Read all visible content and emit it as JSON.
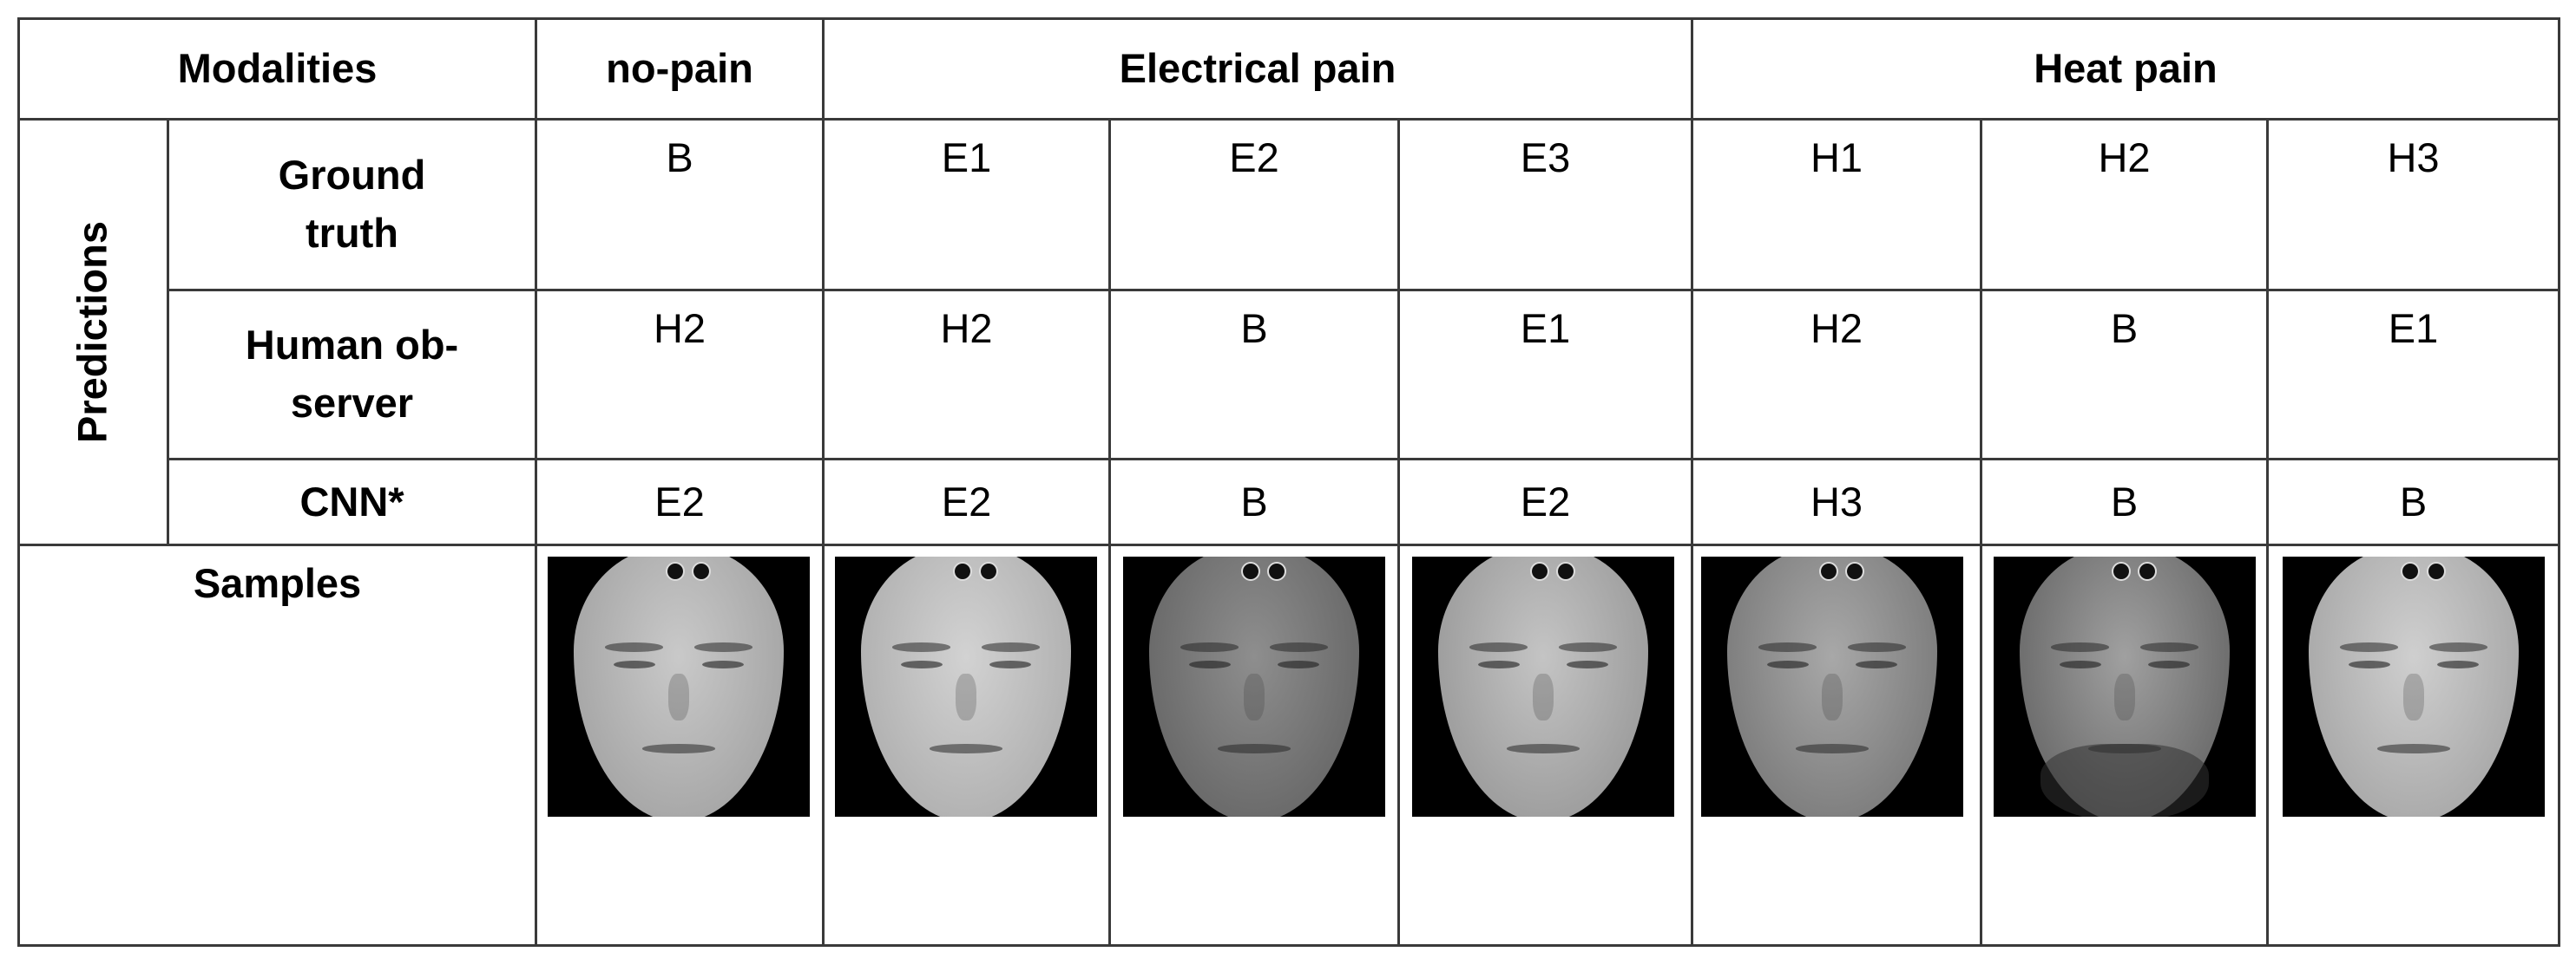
{
  "table": {
    "header": {
      "modalities": "Modalities",
      "no_pain": "no-pain",
      "electrical_pain": "Electrical pain",
      "heat_pain": "Heat pain"
    },
    "predictions_label": "Predictions",
    "rows": [
      {
        "label_line1": "Ground",
        "label_line2": "truth",
        "values": [
          "B",
          "E1",
          "E2",
          "E3",
          "H1",
          "H2",
          "H3"
        ]
      },
      {
        "label_line1": "Human ob-",
        "label_line2": "server",
        "values": [
          "H2",
          "H2",
          "B",
          "E1",
          "H2",
          "B",
          "E1"
        ]
      },
      {
        "label_line1": "CNN*",
        "label_line2": "",
        "values": [
          "E2",
          "E2",
          "B",
          "E2",
          "H3",
          "B",
          "B"
        ]
      }
    ],
    "samples_label": "Samples",
    "samples": [
      {
        "skin": "#c9c9c9",
        "tone": "#9a9a9a"
      },
      {
        "skin": "#d2d2d2",
        "tone": "#a5a5a5"
      },
      {
        "skin": "#8e8e8e",
        "tone": "#5c5c5c"
      },
      {
        "skin": "#c4c4c4",
        "tone": "#8f8f8f"
      },
      {
        "skin": "#a8a8a8",
        "tone": "#6e6e6e"
      },
      {
        "skin": "#a0a0a0",
        "tone": "#5a5a5a"
      },
      {
        "skin": "#cfcfcf",
        "tone": "#9c9c9c"
      }
    ]
  }
}
